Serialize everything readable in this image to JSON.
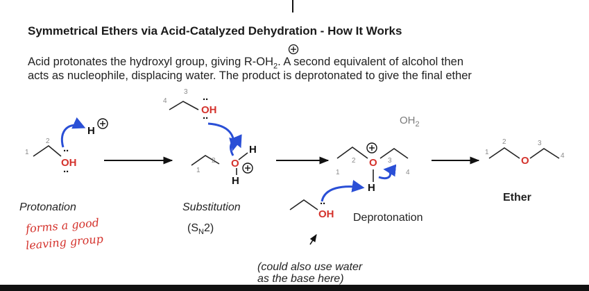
{
  "title": "Symmetrical Ethers via Acid-Catalyzed Dehydration - How It Works",
  "description": {
    "line1_a": "Acid protonates the hydroxyl group, giving R-OH",
    "line1_sub": "2",
    "line1_b": ". A second equivalent of alcohol then",
    "line2": "acts as nucleophile, displacing water. The product is deprotonated to give the final ether"
  },
  "stages": {
    "protonation": "Protonation",
    "substitution": "Substitution",
    "substitution_note": "(SN2)",
    "sn2_S": "(S",
    "sn2_N": "N",
    "sn2_end": "2)",
    "deprotonation": "Deprotonation",
    "product": "Ether"
  },
  "handwritten": {
    "line1": "forms a good",
    "line2": "leaving group"
  },
  "note": {
    "line1": "(could also use water",
    "line2": "as the base here)"
  },
  "atoms": {
    "oh": "OH",
    "o": "O",
    "h": "H",
    "oh2": "OH",
    "oh2_sub": "2"
  },
  "numbers": {
    "one": "1",
    "two": "2",
    "three": "3",
    "four": "4"
  },
  "colors": {
    "oxygen": "#d4322c",
    "curved_arrow": "#2a4fd6",
    "text": "#222222",
    "atom_number": "#8a8a8a"
  },
  "icons": [
    "plus-charge-icon",
    "reaction-arrow-icon",
    "curved-electron-arrow-icon",
    "pointer-arrow-icon"
  ]
}
